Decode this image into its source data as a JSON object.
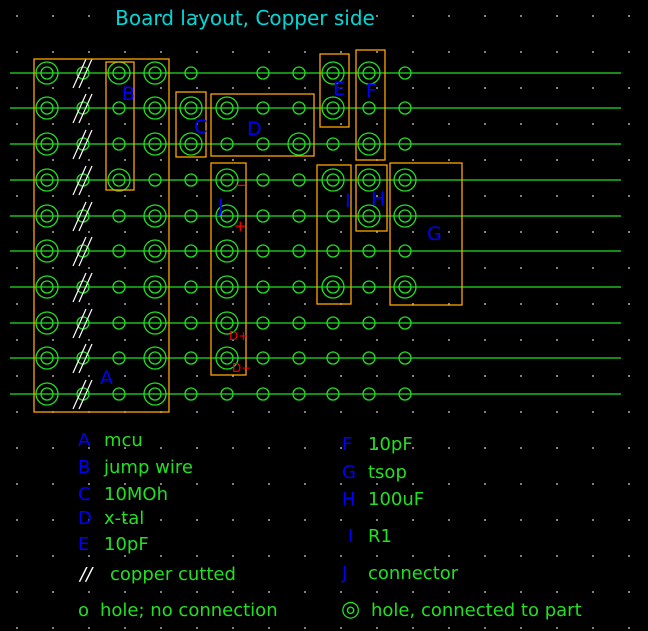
{
  "title": "Board layout, Copper side",
  "colors": {
    "strip": "#22e022",
    "hole": "#22e022",
    "part_box": "#ffa500",
    "part_letter": "#0000ff",
    "cut": "#ffffff",
    "pin_marker": "#ff0000",
    "title": "#00d8d8"
  },
  "board": {
    "rows": 10,
    "cols": 11,
    "cut_column": 1,
    "connected_holes": [
      [
        0,
        0
      ],
      [
        0,
        2
      ],
      [
        0,
        3
      ],
      [
        0,
        8
      ],
      [
        0,
        9
      ],
      [
        1,
        0
      ],
      [
        1,
        3
      ],
      [
        1,
        4
      ],
      [
        1,
        5
      ],
      [
        1,
        8
      ],
      [
        2,
        0
      ],
      [
        2,
        3
      ],
      [
        2,
        4
      ],
      [
        2,
        7
      ],
      [
        2,
        9
      ],
      [
        3,
        0
      ],
      [
        3,
        2
      ],
      [
        3,
        5
      ],
      [
        3,
        8
      ],
      [
        3,
        9
      ],
      [
        3,
        10
      ],
      [
        4,
        0
      ],
      [
        4,
        3
      ],
      [
        4,
        5
      ],
      [
        4,
        9
      ],
      [
        4,
        10
      ],
      [
        5,
        0
      ],
      [
        5,
        3
      ],
      [
        5,
        5
      ],
      [
        6,
        0
      ],
      [
        6,
        3
      ],
      [
        6,
        5
      ],
      [
        6,
        8
      ],
      [
        6,
        10
      ],
      [
        7,
        0
      ],
      [
        7,
        3
      ],
      [
        7,
        5
      ],
      [
        8,
        0
      ],
      [
        8,
        3
      ],
      [
        8,
        5
      ],
      [
        9,
        0
      ],
      [
        9,
        3
      ]
    ],
    "empty_holes": [
      [
        0,
        5
      ]
    ],
    "pin_markers": [
      "−",
      "+",
      "D+",
      "D−"
    ]
  },
  "parts": [
    {
      "letter": "A",
      "desc": "mcu"
    },
    {
      "letter": "B",
      "desc": "jump wire"
    },
    {
      "letter": "C",
      "desc": "10MOh"
    },
    {
      "letter": "D",
      "desc": "x-tal"
    },
    {
      "letter": "E",
      "desc": "10pF"
    },
    {
      "letter": "F",
      "desc": "10pF"
    },
    {
      "letter": "G",
      "desc": "tsop"
    },
    {
      "letter": "H",
      "desc": "100uF"
    },
    {
      "letter": "I",
      "desc": "R1"
    },
    {
      "letter": "J",
      "desc": "connector"
    }
  ],
  "legend": {
    "cut_symbol": "//",
    "cut": "copper cutted",
    "hole_symbol": "o",
    "hole": "hole; no connection",
    "connected_symbol": "◎",
    "connected": "hole, connected to part"
  }
}
